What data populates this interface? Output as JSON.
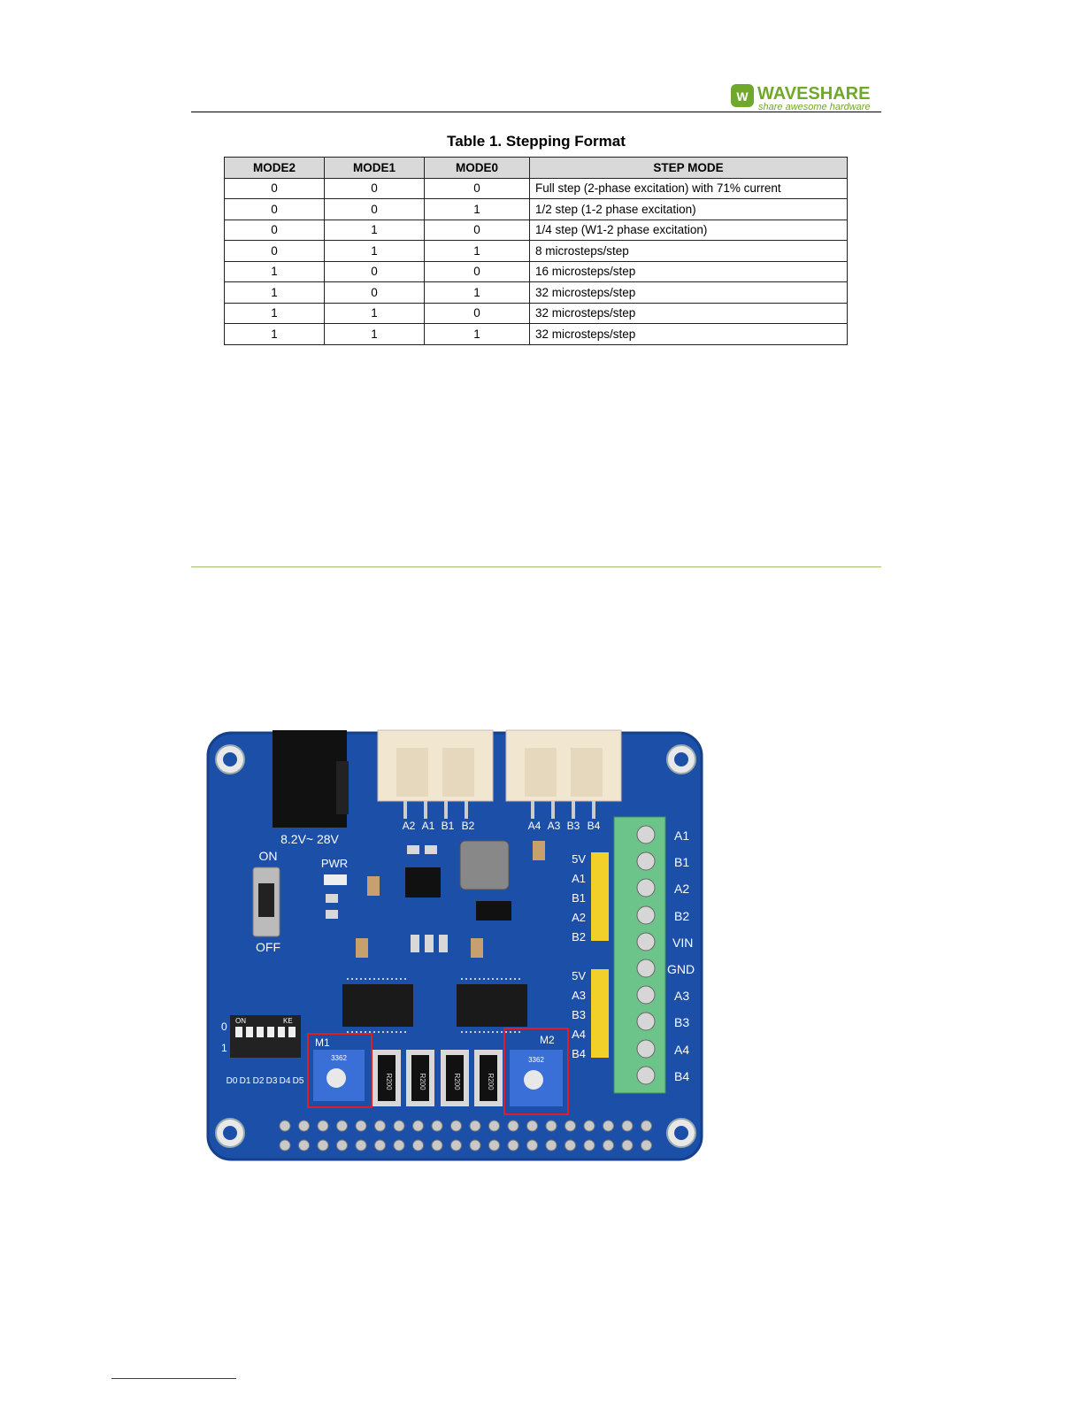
{
  "header": {
    "logo_name": "WAVESHARE",
    "logo_tagline": "share awesome hardware",
    "logo_mark": "W",
    "brand_color": "#6fa82b"
  },
  "table": {
    "caption": "Table 1. Stepping Format",
    "columns": [
      "MODE2",
      "MODE1",
      "MODE0",
      "STEP MODE"
    ],
    "rows": [
      [
        "0",
        "0",
        "0",
        "Full step (2-phase excitation) with 71% current"
      ],
      [
        "0",
        "0",
        "1",
        "1/2 step (1-2 phase excitation)"
      ],
      [
        "0",
        "1",
        "0",
        "1/4 step (W1-2 phase excitation)"
      ],
      [
        "0",
        "1",
        "1",
        "8 microsteps/step"
      ],
      [
        "1",
        "0",
        "0",
        "16 microsteps/step"
      ],
      [
        "1",
        "0",
        "1",
        "32 microsteps/step"
      ],
      [
        "1",
        "1",
        "0",
        "32 microsteps/step"
      ],
      [
        "1",
        "1",
        "1",
        "32 microsteps/step"
      ]
    ]
  },
  "board": {
    "power_label": "8.2V~ 28V",
    "on_label": "ON",
    "off_label": "OFF",
    "pwr_label": "PWR",
    "connector1_pins": [
      "A2",
      "A1",
      "B1",
      "B2"
    ],
    "connector2_pins": [
      "A4",
      "A3",
      "B3",
      "B4"
    ],
    "header1_pins": [
      "5V",
      "A1",
      "B1",
      "A2",
      "B2"
    ],
    "header2_pins": [
      "5V",
      "A3",
      "B3",
      "A4",
      "B4"
    ],
    "terminal_labels": [
      "A1",
      "B1",
      "A2",
      "B2",
      "VIN",
      "GND",
      "A3",
      "B3",
      "A4",
      "B4"
    ],
    "dip_labels": [
      "D0",
      "D1",
      "D2",
      "D3",
      "D4",
      "D5"
    ],
    "dip_row0": "0",
    "dip_row1": "1",
    "dip_on": "ON",
    "dip_ke": "KE",
    "pot1_label": "M1",
    "pot2_label": "M2",
    "resistor_label": "R200",
    "pot_marking": "3362",
    "board_color": "#1c4fa8",
    "highlight_color": "#e02020"
  }
}
